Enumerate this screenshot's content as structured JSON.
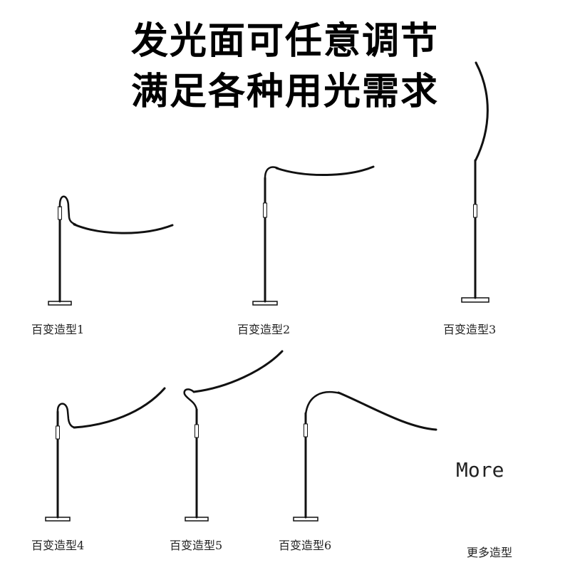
{
  "headline": {
    "line1": "发光面可任意调节",
    "line2": "满足各种用光需求"
  },
  "styles": [
    {
      "label": "百变造型1"
    },
    {
      "label": "百变造型2"
    },
    {
      "label": "百变造型3"
    },
    {
      "label": "百变造型4"
    },
    {
      "label": "百变造型5"
    },
    {
      "label": "百变造型6"
    }
  ],
  "more": {
    "label": "More",
    "caption": "更多造型"
  },
  "colors": {
    "line": "#111111",
    "text": "#222222"
  }
}
